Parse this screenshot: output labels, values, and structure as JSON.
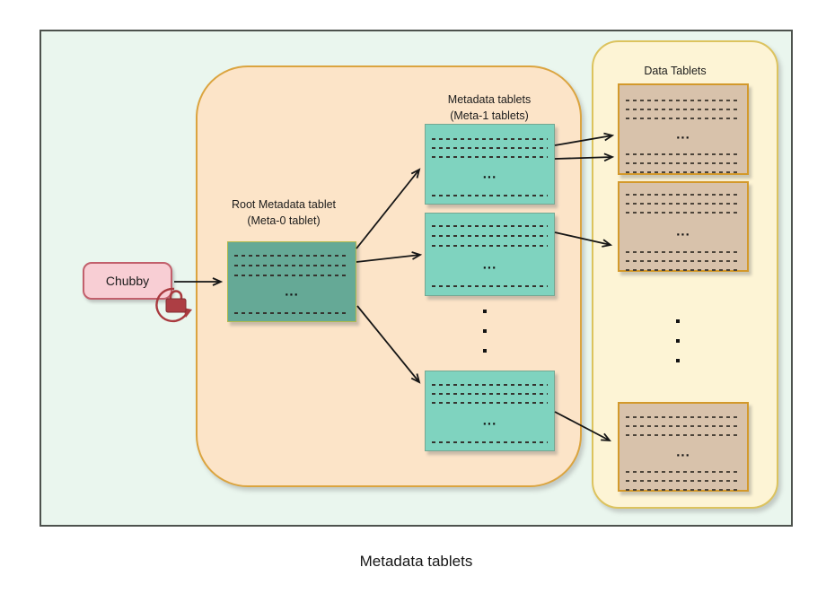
{
  "caption": "Metadata tablets",
  "chubby": {
    "label": "Chubby"
  },
  "root_tablet": {
    "label_line1": "Root Metadata tablet",
    "label_line2": "(Meta-0 tablet)"
  },
  "meta1_tablets": {
    "label_line1": "Metadata tablets",
    "label_line2": "(Meta-1 tablets)"
  },
  "data_tablets": {
    "label": "Data Tablets"
  },
  "ellipsis": "...",
  "icons": {
    "lock": "lock-refresh-icon"
  },
  "colors": {
    "panel_background": "#eaf6ee",
    "metadata_container": "#fce4c8",
    "metadata_container_border": "#dba43f",
    "data_container": "#fdf4d5",
    "data_container_border": "#dcc35e",
    "root_tablet_fill": "#65a996",
    "meta_tablet_fill": "#7fd3bf",
    "data_tablet_fill": "#d8c2ab",
    "data_tablet_border": "#d3992b",
    "chubby_fill": "#f8ced4",
    "chubby_border": "#c2606c",
    "lock_icon": "#a93a3f",
    "arrow": "#161616"
  }
}
